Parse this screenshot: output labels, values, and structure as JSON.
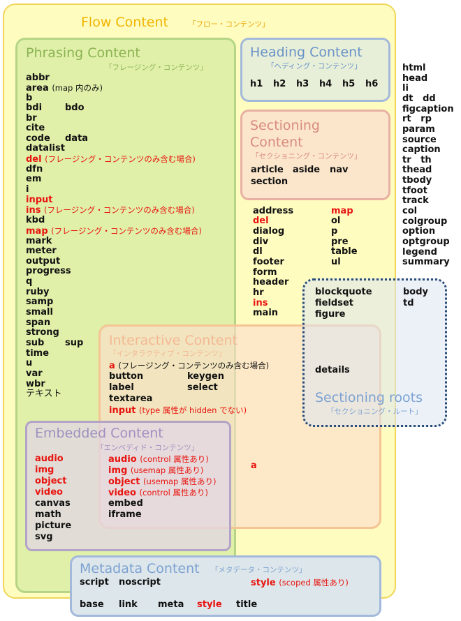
{
  "flow": {
    "title": "Flow Content",
    "subtitle": "「フロー・コンテンツ」"
  },
  "phrasing": {
    "title": "Phrasing Content",
    "subtitle": "「フレージング・コンテンツ」",
    "items": {
      "abbr": "abbr",
      "area": "area",
      "area_note": "(map 内のみ)",
      "b": "b",
      "bdi": "bdi",
      "bdo": "bdo",
      "br": "br",
      "cite": "cite",
      "code": "code",
      "data": "data",
      "datalist": "datalist",
      "del": "del",
      "del_note": "(フレージング・コンテンツのみ含む場合)",
      "dfn": "dfn",
      "em": "em",
      "i": "i",
      "input": "input",
      "ins": "ins",
      "ins_note": "(フレージング・コンテンツのみ含む場合)",
      "kbd": "kbd",
      "map": "map",
      "map_note": "(フレージング・コンテンツのみ含む場合)",
      "mark": "mark",
      "meter": "meter",
      "output": "output",
      "progress": "progress",
      "q": "q",
      "ruby": "ruby",
      "samp": "samp",
      "small": "small",
      "span": "span",
      "strong": "strong",
      "sub": "sub",
      "sup": "sup",
      "time": "time",
      "u": "u",
      "var": "var",
      "wbr": "wbr",
      "text": "テキスト"
    }
  },
  "heading": {
    "title": "Heading Content",
    "subtitle": "「ヘディング・コンテンツ」",
    "items": [
      "h1",
      "h2",
      "h3",
      "h4",
      "h5",
      "h6"
    ]
  },
  "sectioning": {
    "title_line1": "Sectioning",
    "title_line2": "Content",
    "subtitle": "「セクショニング・コンテンツ」",
    "items": {
      "article": "article",
      "aside": "aside",
      "nav": "nav",
      "section": "section"
    }
  },
  "flow_only": {
    "col1": [
      "address",
      "del",
      "dialog",
      "div",
      "dl",
      "footer",
      "form",
      "header",
      "hr",
      "ins",
      "main"
    ],
    "col2": [
      "map",
      "ol",
      "p",
      "pre",
      "table",
      "ul"
    ]
  },
  "right_column": [
    "html",
    "head",
    "li",
    "dt   dd",
    "figcaption",
    "rt   rp",
    "param",
    "source",
    "caption",
    "tr   th",
    "thead",
    "tbody",
    "tfoot",
    "track",
    "col",
    "colgroup",
    "option",
    "optgroup",
    "legend",
    "summary"
  ],
  "roots": {
    "title": "Sectioning roots",
    "subtitle": "「セクショニング・ルート」",
    "items": {
      "blockquote": "blockquote",
      "fieldset": "fieldset",
      "figure": "figure",
      "details": "details",
      "body": "body",
      "td": "td"
    }
  },
  "interactive": {
    "title": "Interactive Content",
    "subtitle": "「インタラクティブ・コンテンツ」",
    "items": {
      "a": "a",
      "a_note": "(フレージング・コンテンツのみ含む場合)",
      "button": "button",
      "keygen": "keygen",
      "label": "label",
      "select": "select",
      "textarea": "textarea",
      "input": "input",
      "input_note": "(type 属性が hidden でない)",
      "a_standalone": "a"
    }
  },
  "embedded": {
    "title": "Embedded Content",
    "subtitle": "「エンベディド・コンテンツ」",
    "col1": [
      "audio",
      "img",
      "object",
      "video",
      "canvas",
      "math",
      "picture",
      "svg"
    ],
    "col2": {
      "audio": "audio",
      "audio_note": "(control 属性あり)",
      "img": "img",
      "img_note": "(usemap 属性あり)",
      "object": "object",
      "object_note": "(usemap 属性あり)",
      "video": "video",
      "video_note": "(control 属性あり)",
      "embed": "embed",
      "iframe": "iframe"
    }
  },
  "metadata": {
    "title": "Metadata Content",
    "subtitle": "「メタデータ・コンテンツ」",
    "items": {
      "script": "script",
      "noscript": "noscript",
      "style_scoped": "style",
      "style_note": "(scoped 属性あり)",
      "base": "base",
      "link": "link",
      "meta": "meta",
      "style": "style",
      "title": "title"
    }
  },
  "colors": {
    "flow": "#fffcc0",
    "phrasing": "#d6eca2",
    "heading": "#a3b9dc",
    "sectioning": "#e8b0a2",
    "interactive": "#f5c495",
    "embedded": "#b3a3c6",
    "roots": "#284b78",
    "red_text": "#e8140f"
  }
}
